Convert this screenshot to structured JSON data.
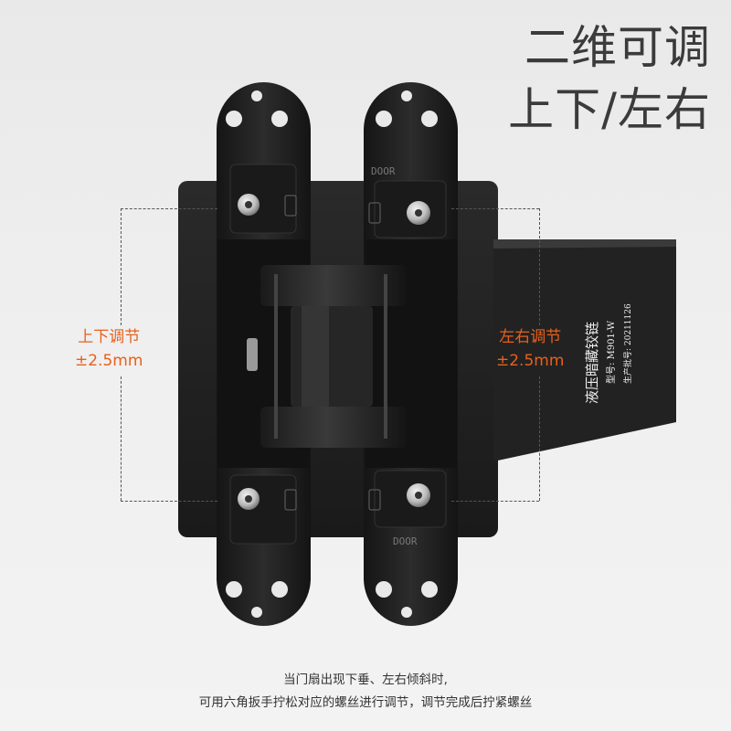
{
  "headline": {
    "line1": "二维可调",
    "line2": "上下/左右"
  },
  "adjust_left": {
    "title": "上下调节",
    "range": "±2.5mm"
  },
  "adjust_right": {
    "title": "左右调节",
    "range": "±2.5mm"
  },
  "product_label": {
    "name": "液压暗藏铰链",
    "model": "型号: M901-W",
    "batch": "生产批号: 20211126"
  },
  "plate_mark": "DOOR",
  "caption": {
    "line1": "当门扇出现下垂、左右倾斜时,",
    "line2": "可用六角扳手拧松对应的螺丝进行调节，调节完成后拧紧螺丝"
  },
  "colors": {
    "accent": "#e8601c",
    "hinge_body": "#1f1f1f",
    "background": "#ececec"
  }
}
